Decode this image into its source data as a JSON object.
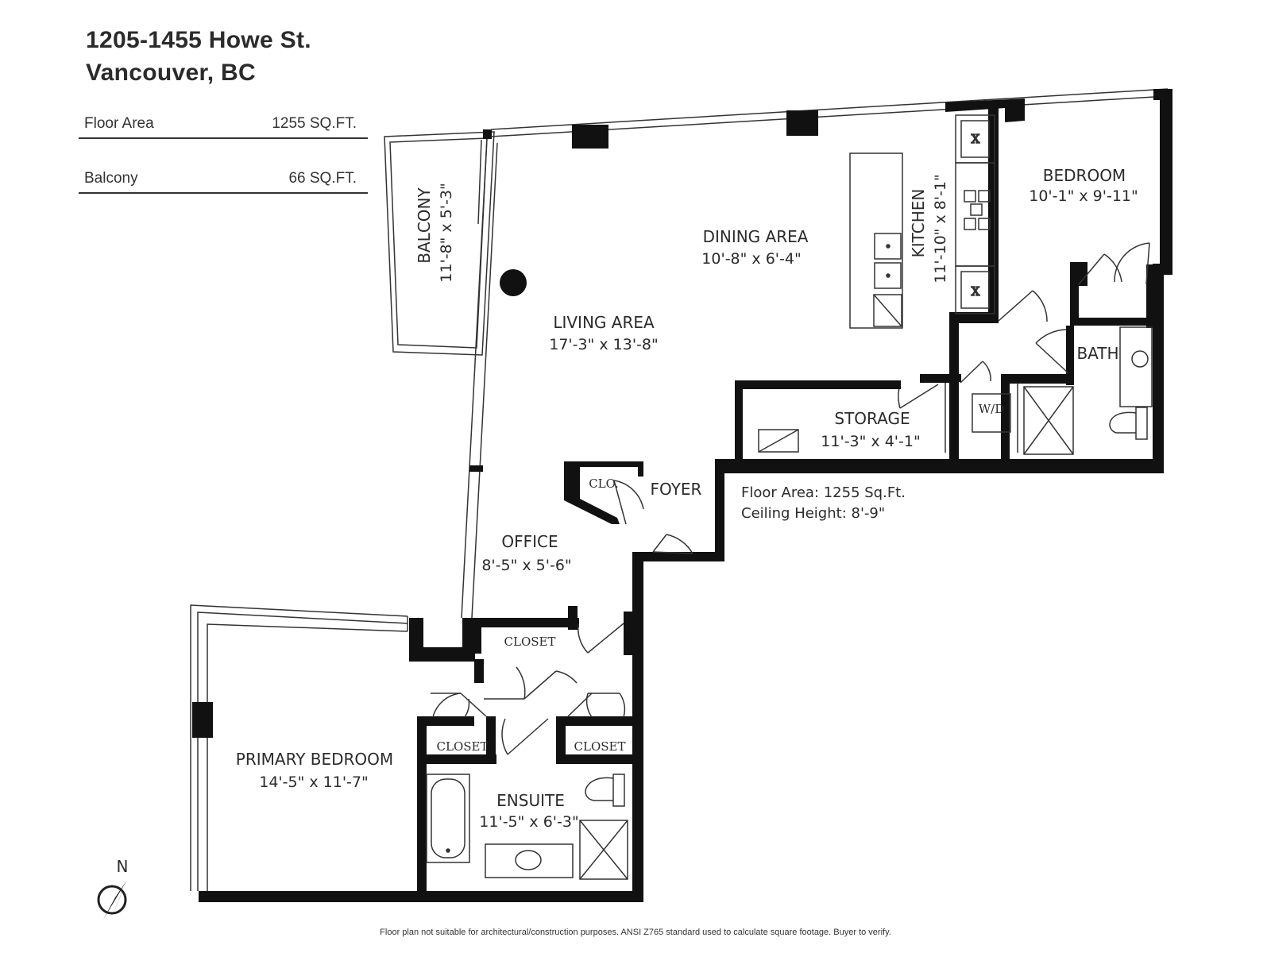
{
  "header": {
    "address_line1": "1205-1455 Howe St.",
    "address_line2": "Vancouver, BC"
  },
  "areas": [
    {
      "label": "Floor Area",
      "value": "1255 SQ.FT."
    },
    {
      "label": "Balcony",
      "value": "66 SQ.FT."
    }
  ],
  "rooms": {
    "balcony": {
      "name": "BALCONY",
      "dims": "11'-8\" x 5'-3\""
    },
    "dining": {
      "name": "DINING AREA",
      "dims": "10'-8\" x 6'-4\""
    },
    "kitchen": {
      "name": "KITCHEN",
      "dims": "11'-10\" x 8'-1\""
    },
    "bedroom": {
      "name": "BEDROOM",
      "dims": "10'-1\" x 9'-11\""
    },
    "living": {
      "name": "LIVING AREA",
      "dims": "17'-3\" x 13'-8\""
    },
    "bath": {
      "name": "BATH"
    },
    "storage": {
      "name": "STORAGE",
      "dims": "11'-3\" x 4'-1\""
    },
    "wd": {
      "name": "W/D"
    },
    "clo": {
      "name": "CLO."
    },
    "foyer": {
      "name": "FOYER"
    },
    "office": {
      "name": "OFFICE",
      "dims": "8'-5\" x 5'-6\""
    },
    "closet_top": {
      "name": "CLOSET"
    },
    "closet_left": {
      "name": "CLOSET"
    },
    "closet_right": {
      "name": "CLOSET"
    },
    "primary": {
      "name": "PRIMARY BEDROOM",
      "dims": "14'-5\" x 11'-7\""
    },
    "ensuite": {
      "name": "ENSUITE",
      "dims": "11'-5\" x 6'-3\""
    }
  },
  "plan_note": {
    "floor_area": "Floor Area: 1255 Sq.Ft.",
    "ceiling_height": "Ceiling Height: 8'-9\""
  },
  "compass": {
    "label": "N",
    "icon": "north-arrow-icon"
  },
  "disclaimer": "Floor plan not suitable for architectural/construction purposes. ANSI Z765 standard used to calculate square footage. Buyer to verify."
}
